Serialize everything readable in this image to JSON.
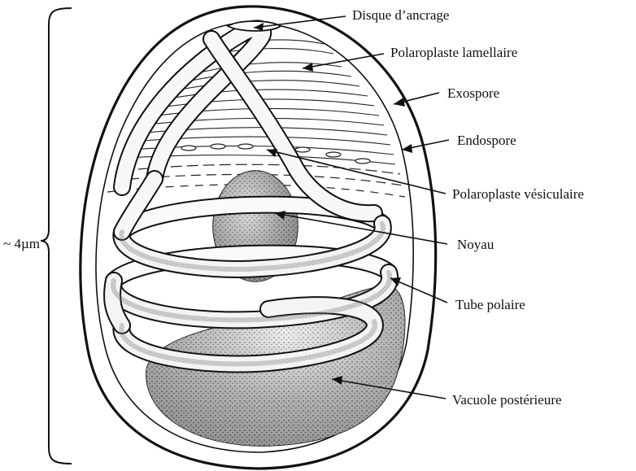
{
  "diagram": {
    "size_label": "~ 4µm",
    "labels": {
      "anchoring_disk": "Disque d’ancrage",
      "lamellar_polaroplast": "Polaroplaste lamellaire",
      "exospore": "Exospore",
      "endospore": "Endospore",
      "vesicular_polaroplast": "Polaroplaste vésiculaire",
      "nucleus": "Noyau",
      "polar_tube": "Tube polaire",
      "posterior_vacuole": "Vacuole postérieure"
    }
  }
}
